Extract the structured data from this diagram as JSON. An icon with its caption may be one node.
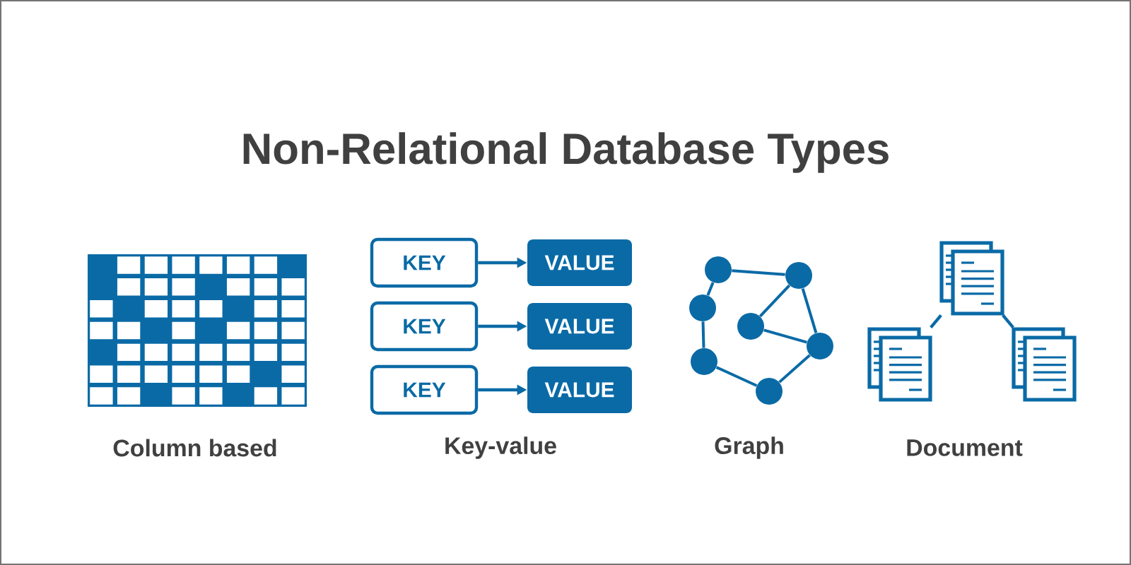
{
  "diagram": {
    "title": "Non-Relational Database Types",
    "nodes": [
      {
        "text": [
          "KEY"
        ]
      },
      {
        "text": [
          "VALUE"
        ]
      },
      {
        "text": [
          "KEY"
        ]
      },
      {
        "text": [
          "VALUE"
        ]
      },
      {
        "text": [
          "KEY"
        ]
      },
      {
        "text": [
          "VALUE"
        ]
      },
      {
        "text": [],
        "shape": "circle"
      },
      {
        "text": [],
        "shape": "circle"
      },
      {
        "text": [],
        "shape": "circle"
      },
      {
        "text": [],
        "shape": "circle"
      },
      {
        "text": [],
        "shape": "circle"
      },
      {
        "text": [],
        "shape": "circle"
      },
      {
        "text": [],
        "shape": "circle"
      },
      {
        "text": [],
        "shape": "document"
      },
      {
        "text": [],
        "shape": "document"
      },
      {
        "text": [],
        "shape": "document"
      }
    ],
    "edges": [
      {
        "from": 0,
        "to": 1,
        "arrow": "to"
      },
      {
        "from": 2,
        "to": 3,
        "arrow": "to"
      },
      {
        "from": 4,
        "to": 5,
        "arrow": "to"
      },
      {
        "from": 6,
        "to": 7,
        "arrow": "none"
      },
      {
        "from": 6,
        "to": 8,
        "arrow": "none"
      },
      {
        "from": 8,
        "to": 11,
        "arrow": "none"
      },
      {
        "from": 11,
        "to": 12,
        "arrow": "none"
      },
      {
        "from": 12,
        "to": 10,
        "arrow": "none"
      },
      {
        "from": 10,
        "to": 7,
        "arrow": "none"
      },
      {
        "from": 7,
        "to": 9,
        "arrow": "none"
      },
      {
        "from": 9,
        "to": 10,
        "arrow": "none"
      },
      {
        "from": 13,
        "to": 14,
        "arrow": "none"
      },
      {
        "from": 13,
        "to": 15,
        "arrow": "none"
      }
    ],
    "labels": [
      "Column based",
      "Key-value",
      "Graph",
      "Document"
    ]
  }
}
